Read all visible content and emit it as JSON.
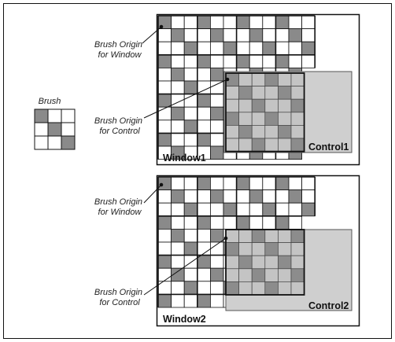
{
  "brush": {
    "label": "Brush"
  },
  "panels": [
    {
      "window_label": "Window1",
      "control_label": "Control1",
      "window_origin_label": [
        "Brush Origin",
        "for Window"
      ],
      "control_origin_label": [
        "Brush Origin",
        "for Control"
      ]
    },
    {
      "window_label": "Window2",
      "control_label": "Control2",
      "window_origin_label": [
        "Brush Origin",
        "for Window"
      ],
      "control_origin_label": [
        "Brush Origin",
        "for Control"
      ]
    }
  ],
  "colors": {
    "dark_cell": "#8a8a8a",
    "light_cell": "#ffffff",
    "control_fill": "#cfcfcf",
    "control_dark_cell": "#8c8c8c",
    "control_light_cell": "#c4c4c4",
    "line": "#111111"
  },
  "icons": {
    "origin_marker": "origin-dot-icon"
  }
}
